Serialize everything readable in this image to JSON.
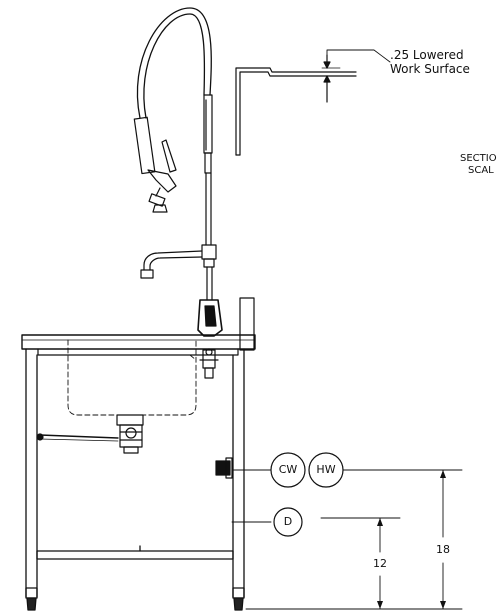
{
  "annotations": {
    "lowered_surface_line1": ".25 Lowered",
    "lowered_surface_line2": "Work Surface",
    "section_line1": "SECTIO",
    "section_line2": "SCAL"
  },
  "tags": {
    "cold_water": "CW",
    "hot_water": "HW",
    "drain": "D"
  },
  "dimensions": {
    "supply_height": "18",
    "drain_height": "12"
  },
  "colors": {
    "line": "#111111",
    "background": "#ffffff"
  }
}
